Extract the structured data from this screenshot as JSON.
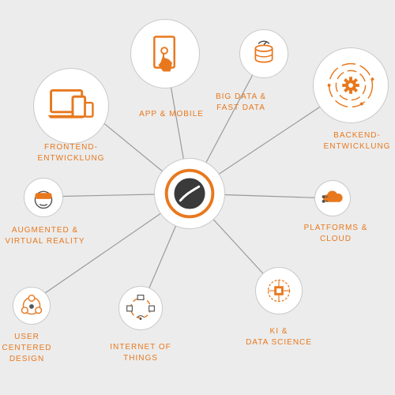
{
  "colors": {
    "accent": "#e8781e",
    "line": "#9a9a9a",
    "background": "#ececec",
    "node_fill": "#ffffff",
    "node_border": "#c9c9c9"
  },
  "hub": {
    "icon": "coffee-bean-logo-icon"
  },
  "nodes": [
    {
      "id": "app-mobile",
      "label": "APP & MOBILE",
      "icon": "tablet-touch-icon"
    },
    {
      "id": "big-data",
      "label": "BIG DATA &\nFAST DATA",
      "icon": "database-speed-icon"
    },
    {
      "id": "backend",
      "label": "BACKEND-\nENTWICKLUNG",
      "icon": "gear-circuit-icon"
    },
    {
      "id": "frontend",
      "label": "FRONTEND-\nENTWICKLUNG",
      "icon": "devices-icon"
    },
    {
      "id": "ar-vr",
      "label": "AUGMENTED &\nVIRTUAL REALITY",
      "icon": "vr-headset-icon"
    },
    {
      "id": "platforms",
      "label": "PLATFORMS &\nCLOUD",
      "icon": "cloud-icon"
    },
    {
      "id": "ucd",
      "label": "USER\nCENTERED\nDESIGN",
      "icon": "user-network-icon"
    },
    {
      "id": "iot",
      "label": "INTERNET OF\nTHINGS",
      "icon": "iot-cycle-icon"
    },
    {
      "id": "ki",
      "label": "KI &\nDATA SCIENCE",
      "icon": "brain-chip-icon"
    }
  ]
}
